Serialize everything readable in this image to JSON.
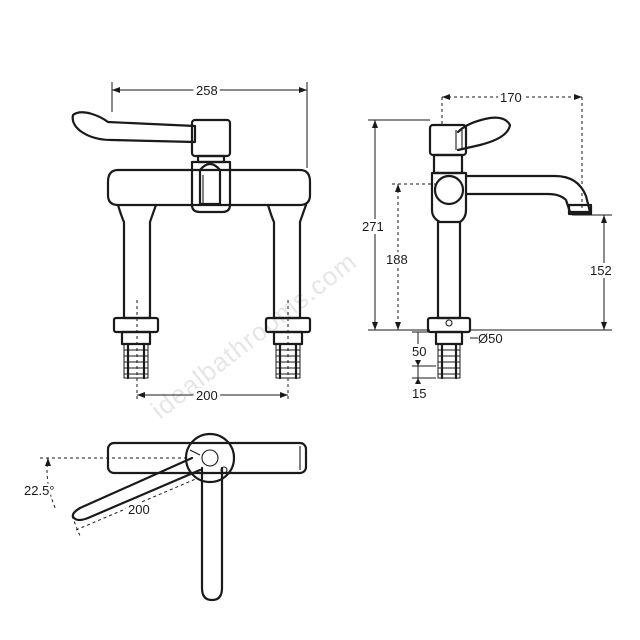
{
  "watermark": "idealbathrooms.com",
  "dimensions": {
    "front_width": "258",
    "front_centres": "200",
    "side_reach": "170",
    "side_height": "271",
    "side_outlet_height": "188",
    "side_spout_height": "152",
    "side_base": "50",
    "side_diameter": "Ø50",
    "side_shank": "15",
    "plan_angle": "22.5°",
    "plan_lever": "200"
  }
}
